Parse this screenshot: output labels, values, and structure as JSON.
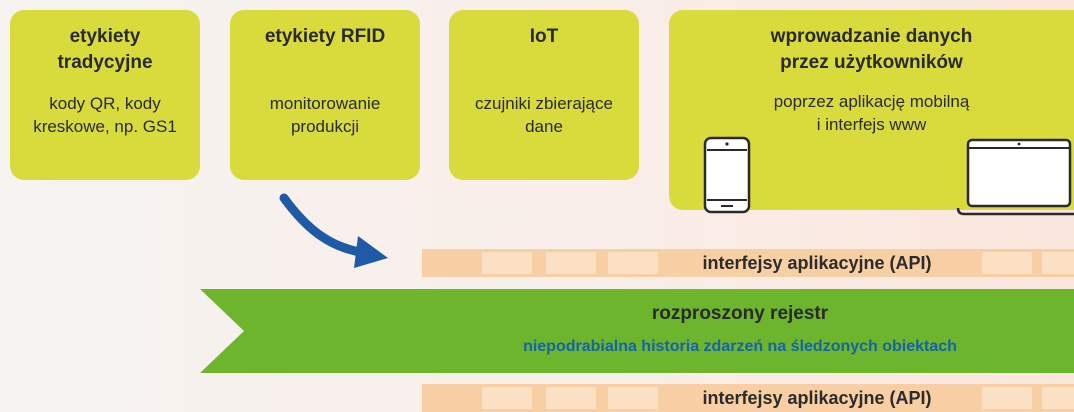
{
  "sources": [
    {
      "title": "etykiety\ntradycyjne",
      "desc": "kody QR, kody\nkreskowe, np. GS1"
    },
    {
      "title": "etykiety RFID",
      "desc": "monitorowanie\nprodukcji"
    },
    {
      "title": "IoT",
      "desc": "czujniki zbierające\ndane"
    },
    {
      "title": "wprowadzanie danych\nprzez użytkowników",
      "desc": "poprzez aplikację mobilną\ni interfejs www"
    }
  ],
  "api_top": "interfejsy aplikacyjne (API)",
  "api_bottom": "interfejsy aplikacyjne (API)",
  "ledger": {
    "title": "rozproszony rejestr",
    "subtitle": "niepodrabialna historia zdarzeń na śledzonych obiektach"
  },
  "colors": {
    "box": "#d9db3d",
    "ribbon": "#6db52d",
    "api_band": "#f8cfa5",
    "arrow": "#1f5aa6",
    "subtitle": "#1563a8"
  },
  "icons": [
    "smartphone-icon",
    "laptop-icon",
    "curved-arrow-icon"
  ]
}
